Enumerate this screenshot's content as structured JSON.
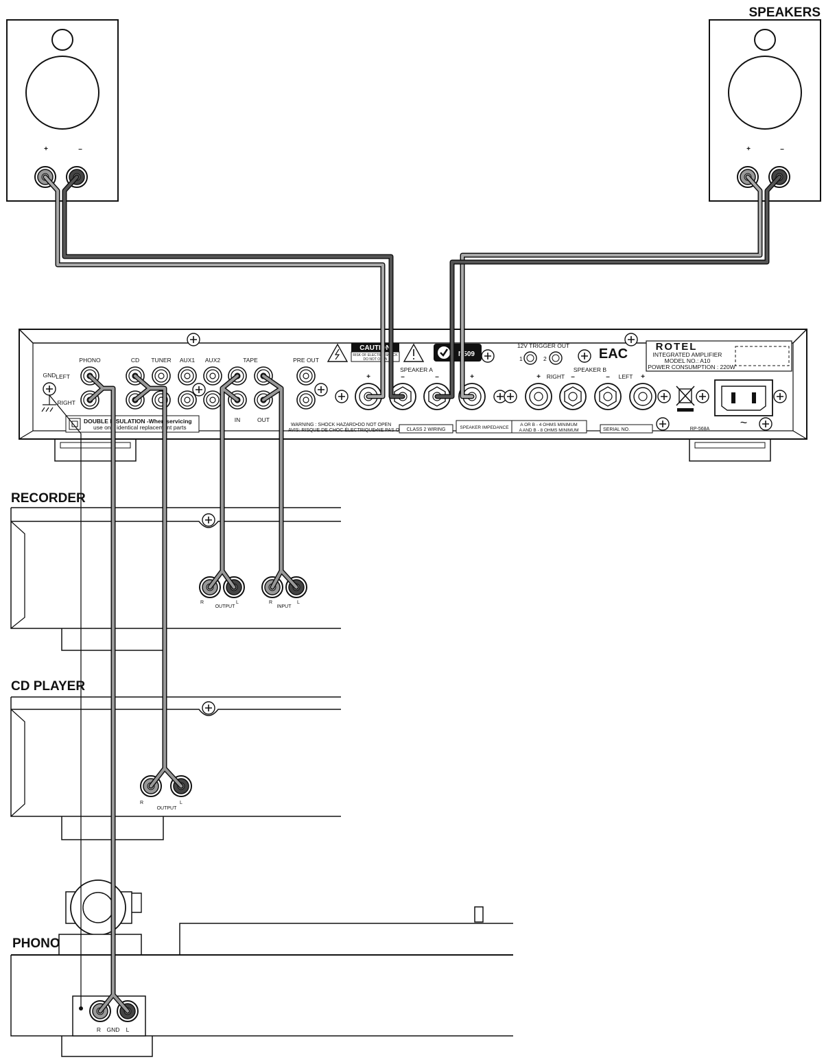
{
  "labels": {
    "speakers": "SPEAKERS",
    "recorder": "RECORDER",
    "cd_player": "CD PLAYER",
    "phono": "PHONO"
  },
  "speaker": {
    "plus": "+",
    "minus": "–"
  },
  "amp": {
    "phono": "PHONO",
    "left": "LEFT",
    "right": "RIGHT",
    "gnd": "GND",
    "cd": "CD",
    "tuner": "TUNER",
    "aux1": "AUX1",
    "aux2": "AUX2",
    "tape": "TAPE",
    "tape_in": "IN",
    "tape_out": "OUT",
    "pre_out": "PRE OUT",
    "double_insulation_1": "DOUBLE INSULATION -When servicing",
    "double_insulation_2": "use only identical replacement parts",
    "caution": "CAUTION",
    "caution_sub_1": "RISK OF ELECTRIC SHOCK",
    "caution_sub_2": "DO NOT OPEN",
    "n_code": "N509",
    "trigger": "12V TRIGGER OUT",
    "trigger_1": "1",
    "trigger_2": "2",
    "eac": "EAC",
    "speaker_a": "SPEAKER A",
    "speaker_b": "SPEAKER B",
    "left_b": "LEFT",
    "brand": "ROTEL",
    "model_line_1": "INTEGRATED AMPLIFIER",
    "model_line_2": "MODEL NO.:  A10",
    "model_line_3": "POWER CONSUMPTION : 220W",
    "warning_1": "WARNING : SHOCK HAZARD•DO NOT OPEN",
    "warning_2": "AVIS: RISQUE DE CHOC ÉLECTRIQUE•NE PAS OUVRIR",
    "class2": "CLASS 2 WIRING",
    "impedance_title": "SPEAKER IMPEDANCE",
    "impedance_1": "A  OR  B - 4 OHMS MINIMUM",
    "impedance_2": "A AND B - 8 OHMS MINIMUM",
    "serial": "SERIAL NO.",
    "rp_code": "RP-568A",
    "ac_symbol": "~"
  },
  "recorder": {
    "output": "OUTPUT",
    "input": "INPUT",
    "r": "R",
    "l": "L"
  },
  "cd_player": {
    "output": "OUTPUT",
    "r": "R",
    "l": "L"
  },
  "turntable": {
    "r": "R",
    "gnd": "GND",
    "l": "L"
  }
}
